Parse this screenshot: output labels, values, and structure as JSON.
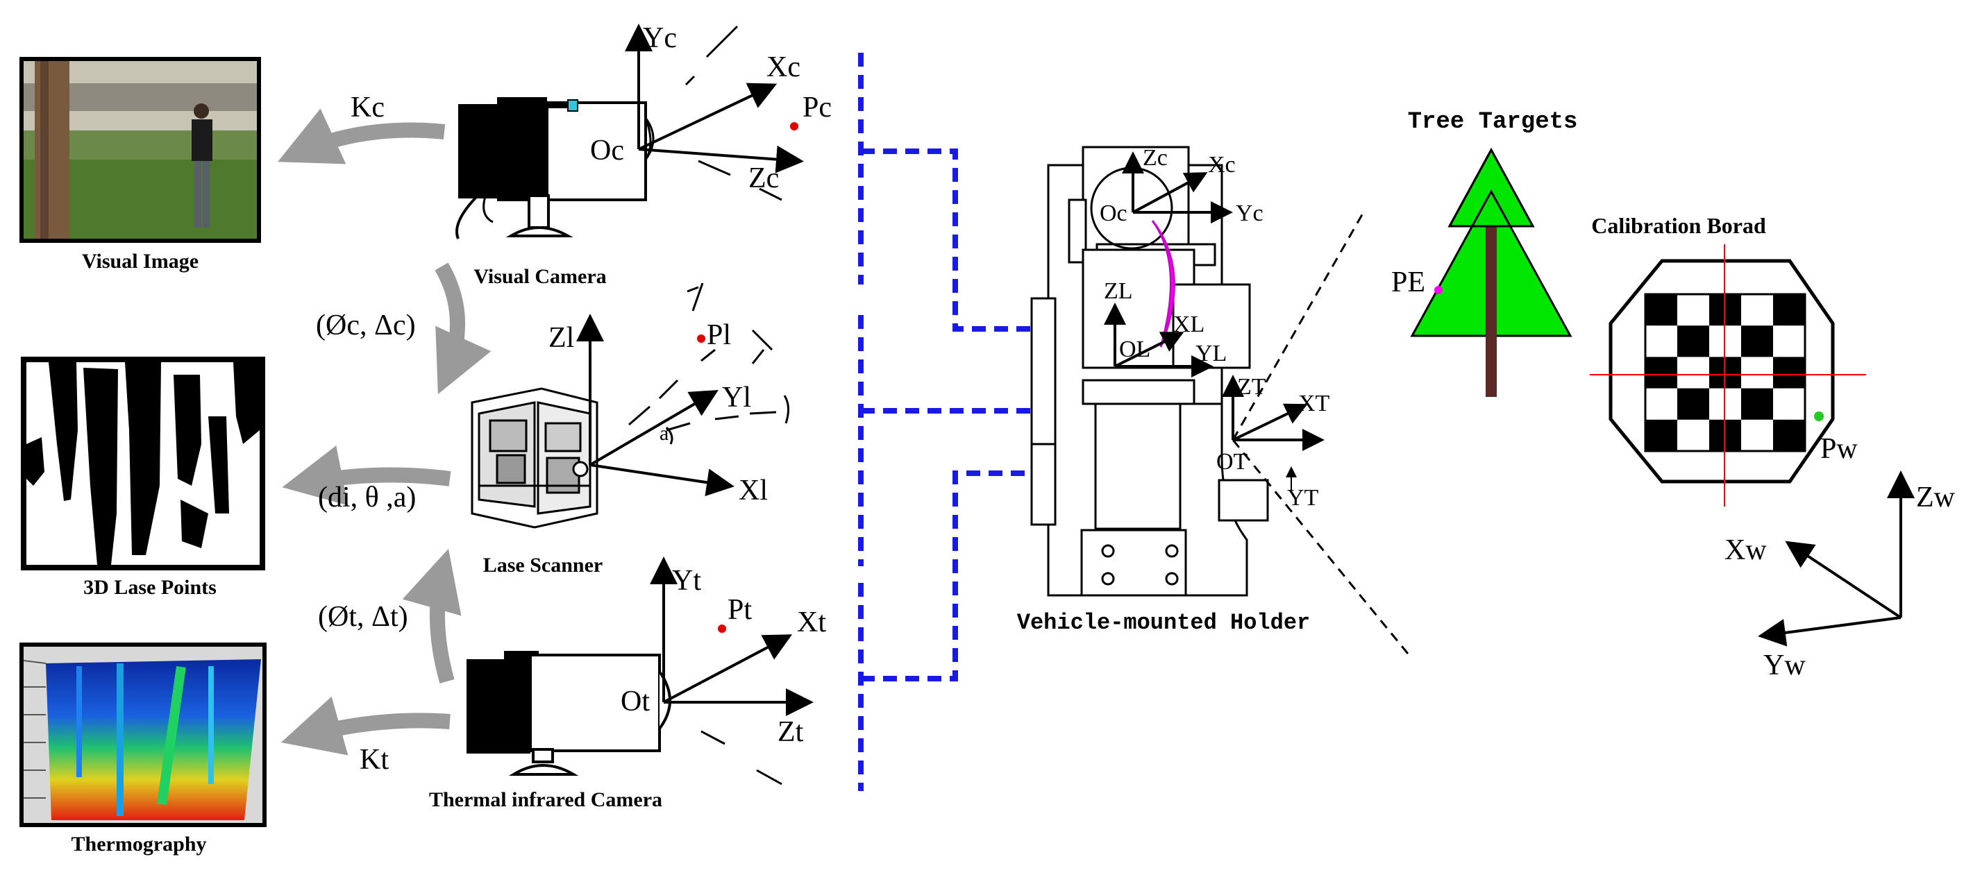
{
  "panels": {
    "visual_image": "Visual Image",
    "lase_points": "3D Lase Points",
    "thermography": "Thermography"
  },
  "devices": {
    "visual_camera": "Visual Camera",
    "lase_scanner": "Lase Scanner",
    "thermal_camera": "Thermal infrared Camera",
    "holder": "Vehicle-mounted Holder"
  },
  "targets": {
    "tree": "Tree Targets",
    "board": "Calibration Borad"
  },
  "transforms": {
    "kc": "Kc",
    "oc_dc": "(Øc, Δc)",
    "di_theta_a": "(di, θ ,a)",
    "ot_dt": "(Øt, Δt)",
    "kt": "Kt"
  },
  "camera_axes": {
    "yc": "Yc",
    "xc": "Xc",
    "zc": "Zc",
    "oc": "Oc",
    "pc": "Pc"
  },
  "laser_axes": {
    "zl": "Zl",
    "yl": "Yl",
    "xl": "Xl",
    "pl": "Pl",
    "a": "a"
  },
  "thermal_axes": {
    "yt": "Yt",
    "xt": "Xt",
    "zt": "Zt",
    "ot": "Ot",
    "pt": "Pt"
  },
  "holder_axes": {
    "zc": "Zc",
    "xc": "Xc",
    "yc": "Yc",
    "oc": "Oc",
    "zl": "ZL",
    "xl": "XL",
    "yl": "YL",
    "ol": "OL",
    "zt": "ZT",
    "xt": "XT",
    "yt": "YT",
    "ot": "OT"
  },
  "world_axes": {
    "zw": "Zw",
    "xw": "Xw",
    "yw": "Yw",
    "pw": "Pw",
    "pe": "PE"
  },
  "colors": {
    "link_blue": "#1a1ae6",
    "magenta": "#ff00ff",
    "tree_green": "#00e600",
    "trunk": "#5a2a26",
    "gray_arrow": "#9a9a9a",
    "red_point": "#e00000",
    "green_point": "#22cc22",
    "red_line": "#ff0000"
  }
}
